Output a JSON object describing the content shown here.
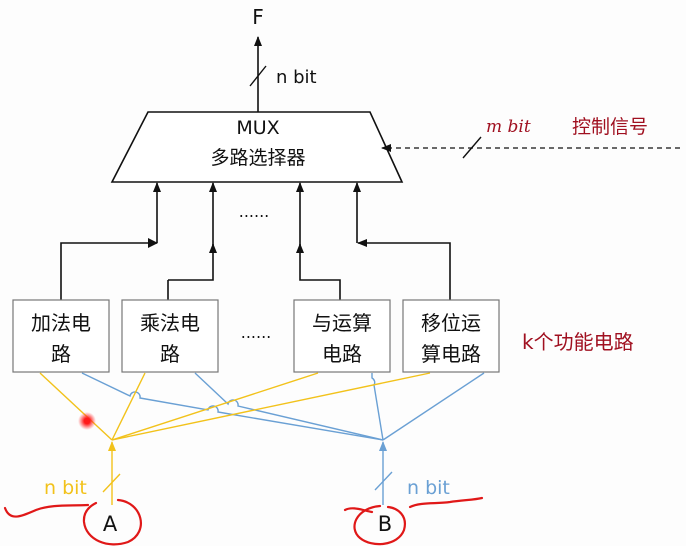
{
  "output": {
    "label": "F",
    "width": "n bit"
  },
  "mux": {
    "title": "MUX",
    "subtitle": "多路选择器",
    "ellipsis": "......"
  },
  "control": {
    "width": "m bit",
    "label": "控制信号"
  },
  "units": {
    "boxes": [
      {
        "line1": "加法电",
        "line2": "路"
      },
      {
        "line1": "乘法电",
        "line2": "路"
      },
      {
        "line1": "与运算",
        "line2": "电路"
      },
      {
        "line1": "移位运",
        "line2": "算电路"
      }
    ],
    "ellipsis": "......",
    "label": "k个功能电路"
  },
  "inputs": {
    "a": {
      "label": "A",
      "width": "n bit"
    },
    "b": {
      "label": "B",
      "width": "n bit"
    }
  },
  "colors": {
    "line": "#111111",
    "input_a": "#f2c21b",
    "input_b": "#6aa0d4",
    "accent": "#a01020",
    "annotation": "#e01818",
    "box_border": "#777777"
  }
}
